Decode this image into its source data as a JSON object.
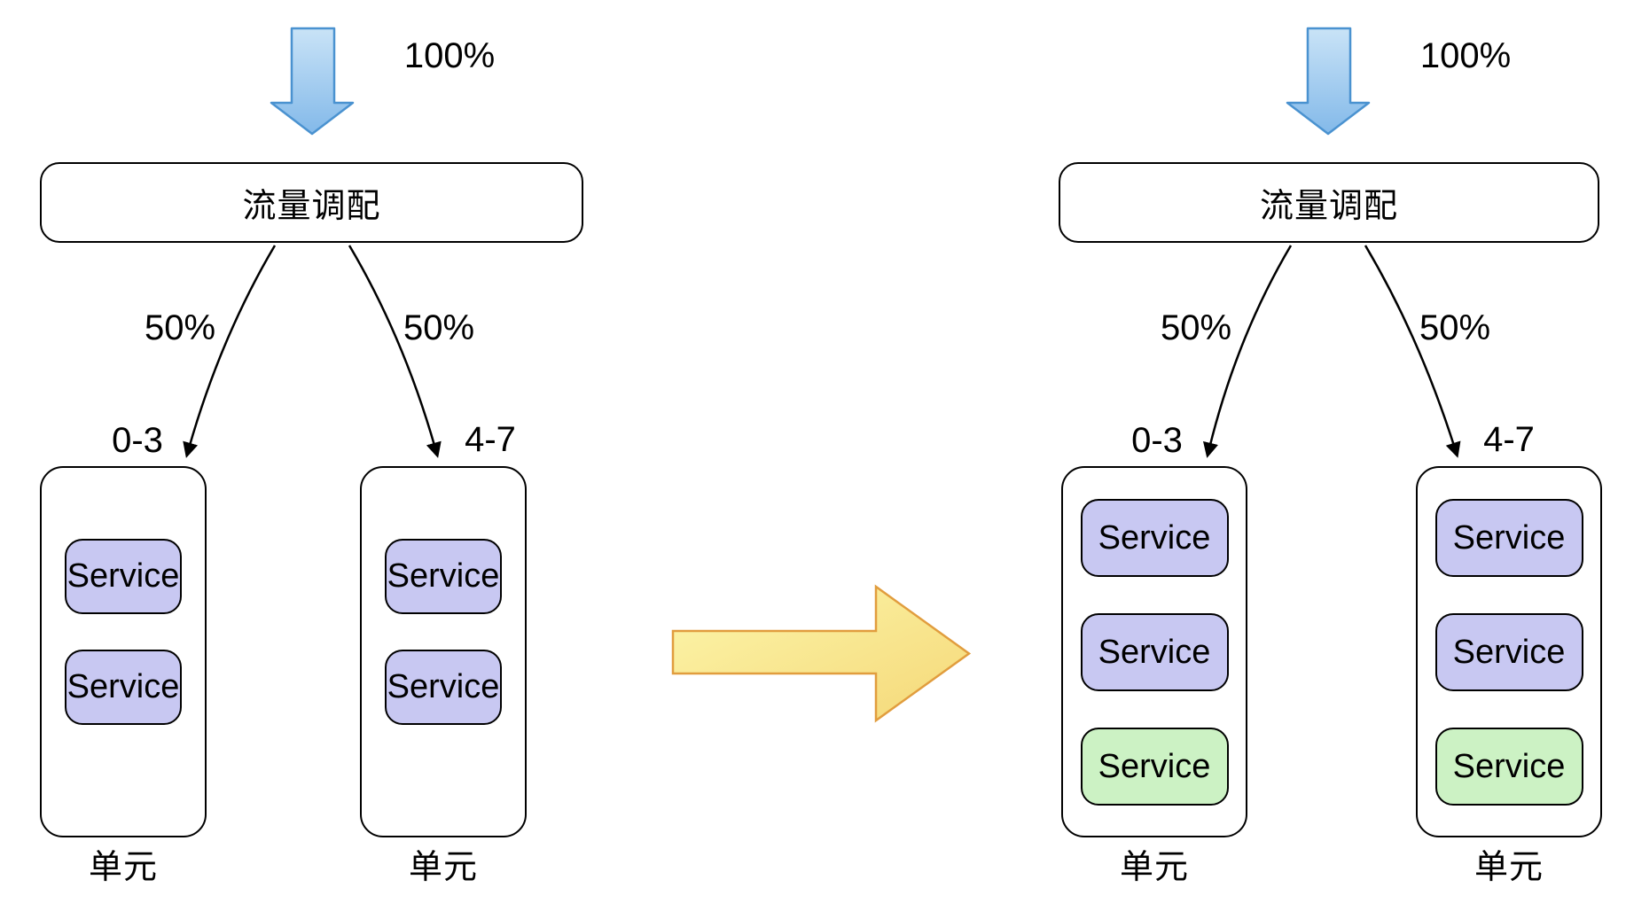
{
  "colors": {
    "service_existing_fill": "#C8C8F2",
    "service_new_fill": "#CCF2C4",
    "inflow_arrow_fill_top": "#C9E3F7",
    "inflow_arrow_fill_bottom": "#83B9E9",
    "inflow_arrow_border": "#4A92D0",
    "transition_arrow_fill_light": "#FCF6AB",
    "transition_arrow_fill_dark": "#F5D878",
    "transition_arrow_border": "#E19D3E",
    "box_border": "#000000"
  },
  "before": {
    "inflow_label": "100%",
    "dispatcher_label": "流量调配",
    "branches": [
      {
        "label": "50%"
      },
      {
        "label": "50%"
      }
    ],
    "units": [
      {
        "range_label": "0-3",
        "name_label": "单元",
        "services": [
          {
            "label": "Service",
            "status": "existing"
          },
          {
            "label": "Service",
            "status": "existing"
          }
        ]
      },
      {
        "range_label": "4-7",
        "name_label": "单元",
        "services": [
          {
            "label": "Service",
            "status": "existing"
          },
          {
            "label": "Service",
            "status": "existing"
          }
        ]
      }
    ]
  },
  "after": {
    "inflow_label": "100%",
    "dispatcher_label": "流量调配",
    "branches": [
      {
        "label": "50%"
      },
      {
        "label": "50%"
      }
    ],
    "units": [
      {
        "range_label": "0-3",
        "name_label": "单元",
        "services": [
          {
            "label": "Service",
            "status": "existing"
          },
          {
            "label": "Service",
            "status": "existing"
          },
          {
            "label": "Service",
            "status": "new"
          }
        ]
      },
      {
        "range_label": "4-7",
        "name_label": "单元",
        "services": [
          {
            "label": "Service",
            "status": "existing"
          },
          {
            "label": "Service",
            "status": "existing"
          },
          {
            "label": "Service",
            "status": "new"
          }
        ]
      }
    ]
  },
  "transition_arrow": {
    "direction": "right"
  }
}
